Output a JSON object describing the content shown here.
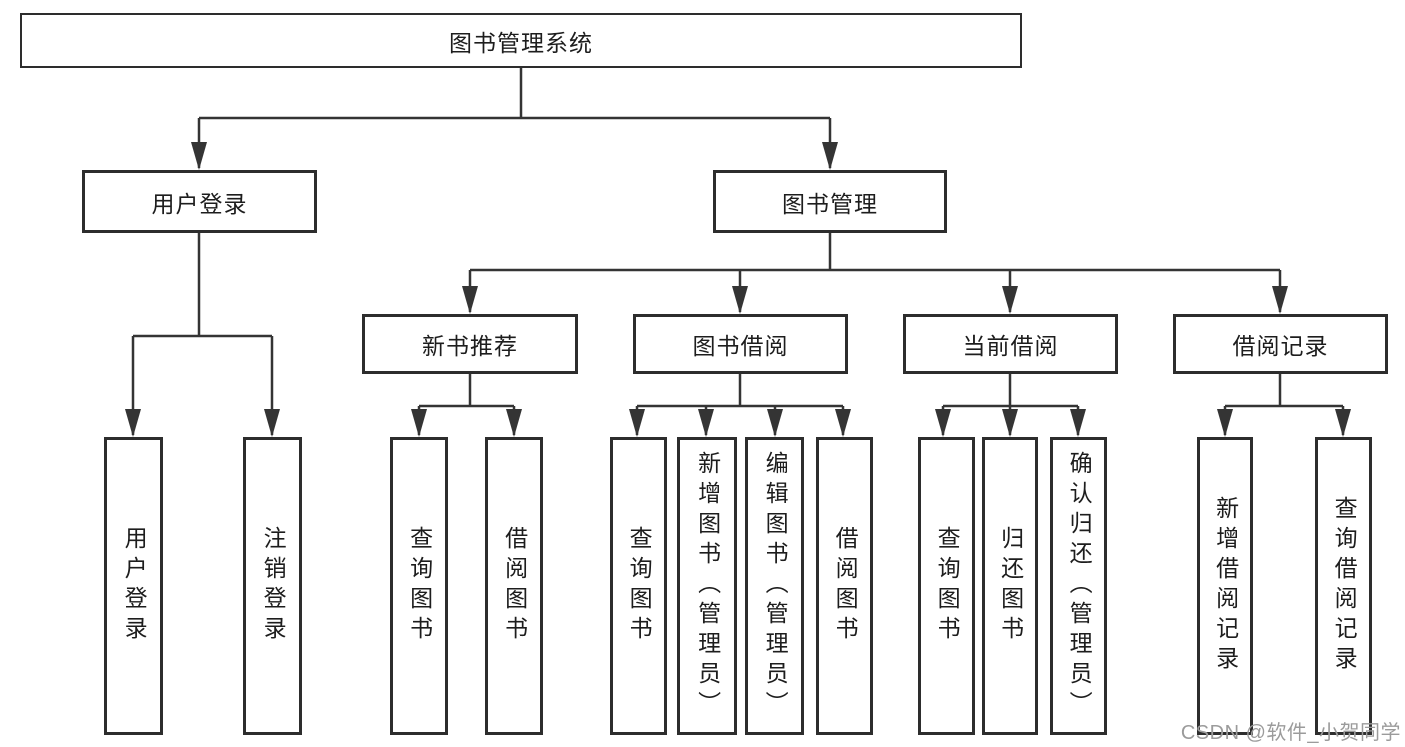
{
  "diagram_title": "图书管理系统",
  "colors": {
    "background": "#ffffff",
    "node_border": "#2d2d2d",
    "connector_line": "#343434",
    "text": "#1d1d1d",
    "watermark": "#9b9b9b"
  },
  "tree": {
    "label": "图书管理系统",
    "children": [
      {
        "label": "用户登录",
        "children": [
          {
            "label": "用户登录"
          },
          {
            "label": "注销登录"
          }
        ]
      },
      {
        "label": "图书管理",
        "children": [
          {
            "label": "新书推荐",
            "children": [
              {
                "label": "查询图书"
              },
              {
                "label": "借阅图书"
              }
            ]
          },
          {
            "label": "图书借阅",
            "children": [
              {
                "label": "查询图书"
              },
              {
                "label": "新增图书（管理员）"
              },
              {
                "label": "编辑图书（管理员）"
              },
              {
                "label": "借阅图书"
              }
            ]
          },
          {
            "label": "当前借阅",
            "children": [
              {
                "label": "查询图书"
              },
              {
                "label": "归还图书"
              },
              {
                "label": "确认归还（管理员）"
              }
            ]
          },
          {
            "label": "借阅记录",
            "children": [
              {
                "label": "新增借阅记录"
              },
              {
                "label": "查询借阅记录"
              }
            ]
          }
        ]
      }
    ]
  },
  "watermark": {
    "text": "CSDN @软件_小贺同学"
  }
}
